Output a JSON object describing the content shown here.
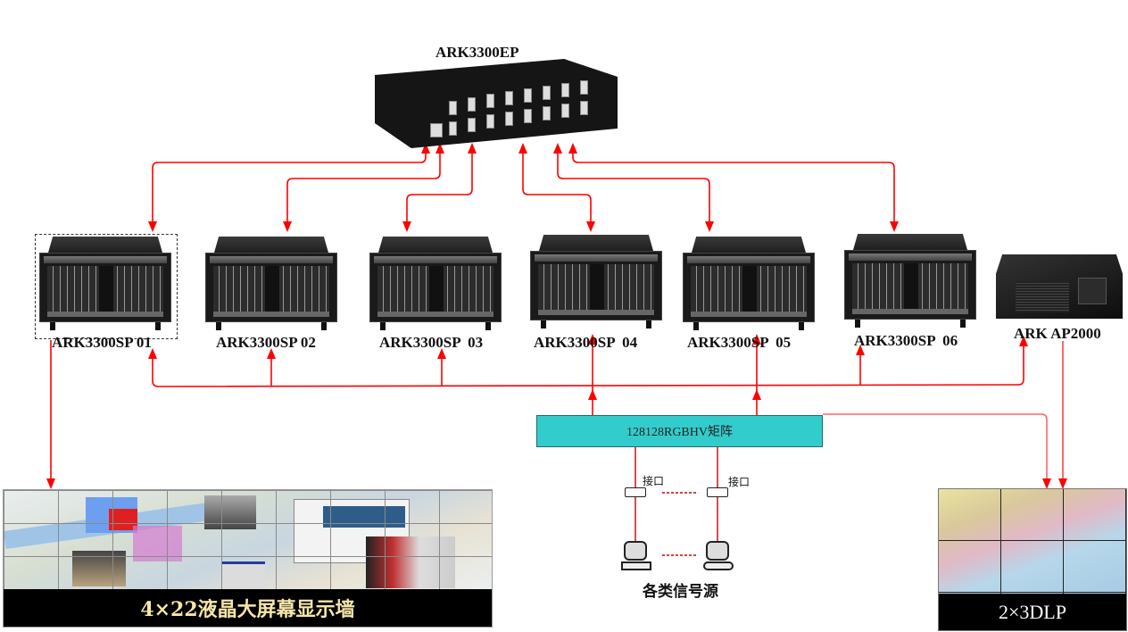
{
  "diagram": {
    "colors": {
      "wire": "#ff0000",
      "matrix_fill": "#33cccc",
      "caption_bg": "#000000",
      "wall_caption_text": "#f5e6a8"
    },
    "core_processor": {
      "label": "ARK3300EP"
    },
    "sub_processors": [
      {
        "label": "ARK3300SP 01",
        "selected": true
      },
      {
        "label": "ARK3300SP 02"
      },
      {
        "label": "ARK3300SP  03"
      },
      {
        "label": "ARK3300SP  04"
      },
      {
        "label": "ARK3300SP  05"
      },
      {
        "label": "ARK3300SP  06"
      }
    ],
    "controller": {
      "label": "ARK AP2000"
    },
    "matrix": {
      "label": "128128RGBHV矩阵"
    },
    "interfaces": [
      {
        "label": "接口"
      },
      {
        "label": "接口"
      }
    ],
    "signal_sources": {
      "label": "各类信号源"
    },
    "lcd_wall": {
      "label": "4×22液晶大屏幕显示墙"
    },
    "dlp_wall": {
      "label": "2×3DLP"
    },
    "connections": [
      {
        "from": "ARK3300EP",
        "to": "ARK3300SP 01",
        "type": "bidirectional"
      },
      {
        "from": "ARK3300EP",
        "to": "ARK3300SP 02",
        "type": "bidirectional"
      },
      {
        "from": "ARK3300EP",
        "to": "ARK3300SP  03",
        "type": "bidirectional"
      },
      {
        "from": "ARK3300EP",
        "to": "ARK3300SP  04",
        "type": "bidirectional"
      },
      {
        "from": "ARK3300EP",
        "to": "ARK3300SP  05",
        "type": "bidirectional"
      },
      {
        "from": "ARK3300EP",
        "to": "ARK3300SP  06",
        "type": "bidirectional"
      },
      {
        "from": "ARK AP2000",
        "to": "ARK3300SP 01-06",
        "type": "bus"
      },
      {
        "from": "128128RGBHV矩阵",
        "to": "ARK3300SP  04",
        "type": "directed"
      },
      {
        "from": "128128RGBHV矩阵",
        "to": "ARK3300SP  05",
        "type": "directed"
      },
      {
        "from": "128128RGBHV矩阵",
        "to": "2×3DLP",
        "type": "directed"
      },
      {
        "from": "ARK AP2000",
        "to": "2×3DLP",
        "type": "directed"
      },
      {
        "from": "ARK3300SP 01",
        "to": "4×22液晶大屏幕显示墙",
        "type": "directed"
      },
      {
        "from": "接口",
        "to": "128128RGBHV矩阵",
        "type": "line"
      }
    ]
  }
}
